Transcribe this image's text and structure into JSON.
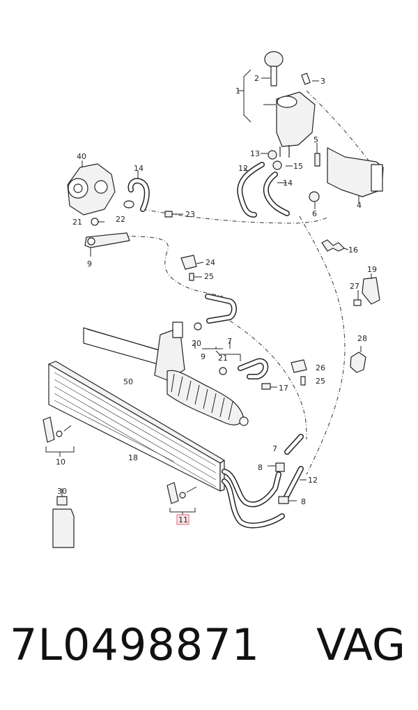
{
  "callouts": {
    "c1": "1",
    "c2": "2",
    "c3": "3",
    "c4": "4",
    "c5": "5",
    "c6": "6",
    "c7a": "7",
    "c7b": "7",
    "c8a": "8",
    "c8b": "8",
    "c9a": "9",
    "c9b": "9",
    "c10": "10",
    "c11": "11",
    "c12a": "12",
    "c12b": "12",
    "c13": "13",
    "c14a": "14",
    "c14b": "14",
    "c15": "15",
    "c16": "16",
    "c17": "17",
    "c18": "18",
    "c19": "19",
    "c20": "20",
    "c21a": "21",
    "c21b": "21",
    "c22": "22",
    "c23": "23",
    "c24": "24",
    "c25a": "25",
    "c25b": "25",
    "c26": "26",
    "c27": "27",
    "c28": "28",
    "c30": "30",
    "c40": "40",
    "c50": "50"
  },
  "highlight": {
    "part": "11",
    "color": "#e06a7a",
    "fill": "#fde3e6"
  },
  "caption": {
    "part_number": "7L0498871",
    "brand": "VAG"
  }
}
